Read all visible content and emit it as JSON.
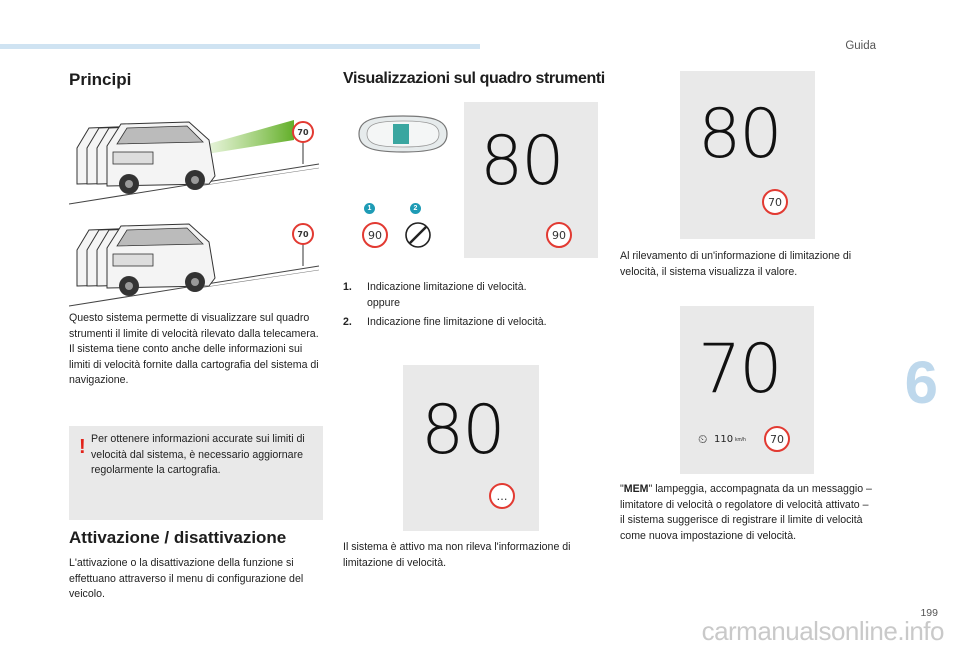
{
  "header": {
    "section": "Guida"
  },
  "chapter_number": "6",
  "page_number": "199",
  "watermark": "carmanualsonline.info",
  "principi": {
    "title": "Principi",
    "sign_value": "70",
    "text": "Questo sistema permette di visualizzare sul quadro strumenti il limite di velocità rilevato dalla telecamera.\nIl sistema tiene conto anche delle informazioni sui limiti di velocità fornite dalla cartografia del sistema di navigazione.",
    "warning": "Per ottenere informazioni accurate sui limiti di velocità dal sistema, è necessario aggiornare regolarmente la cartografia."
  },
  "attivazione": {
    "title": "Attivazione / disattivazione",
    "text": "L'attivazione o la disattivazione della funzione si effettuano attraverso il menu di configurazione del veicolo."
  },
  "visualizzazioni": {
    "title": "Visualizzazioni sul quadro strumenti",
    "callout1": "1",
    "callout2": "2",
    "sign_limit": "90",
    "display_speed": "80",
    "display_sign": "90",
    "items": [
      {
        "num": "1.",
        "text": "Indicazione limitazione di velocità.\noppure"
      },
      {
        "num": "2.",
        "text": "Indicazione fine limitazione di velocità."
      }
    ],
    "panel_inactive": {
      "speed": "80",
      "sign": "…"
    },
    "inactive_caption": "Il sistema è attivo ma non rileva l'informazione di limitazione di velocità."
  },
  "right_col": {
    "panel_detect": {
      "speed": "80",
      "sign": "70"
    },
    "detect_caption": "Al rilevamento di un'informazione di limitazione di velocità, il sistema visualizza il valore.",
    "panel_mem": {
      "speed": "70",
      "sign": "70",
      "limiter_value": "110",
      "limiter_unit": "km/h"
    },
    "mem_bold": "MEM",
    "mem_caption": "\" lampeggia, accompagnata da un messaggio – limitatore di velocità o regolatore di velocità attivato – il sistema suggerisce di registrare il limite di velocità come nuova impostazione di velocità."
  }
}
